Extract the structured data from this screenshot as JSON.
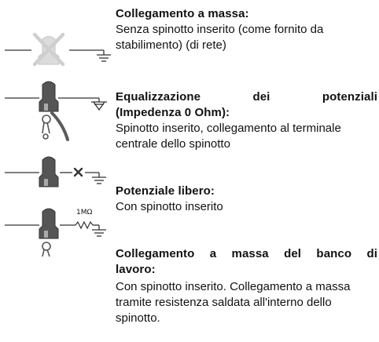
{
  "sections": [
    {
      "title": "Collegamento a massa:",
      "description": "Senza spinotto inserito (come fornito da stabilimento) (di rete)"
    },
    {
      "title_line1": "Equalizzazione dei potenziali",
      "title_line2": "(Impedenza 0 Ohm):",
      "description": "Spinotto inserito, collegamento al terminale centrale dello spinotto"
    },
    {
      "title": "Potenziale libero:",
      "description": "Con spinotto inserito"
    },
    {
      "title_line1": "Collegamento a massa del banco di",
      "title_line2": "lavoro:",
      "description": "Con spinotto inserito. Collegamento a massa tramite resistenza saldata all'interno dello spinotto."
    }
  ],
  "resistor_label": "1MΩ",
  "colors": {
    "line": "#333333",
    "plug": "#555555",
    "cross": "#cccccc"
  },
  "icons": [
    "no-plug-crossed-icon",
    "plug-icon",
    "ground-symbol-icon",
    "break-x-icon",
    "resistor-icon",
    "wrench-icon"
  ]
}
